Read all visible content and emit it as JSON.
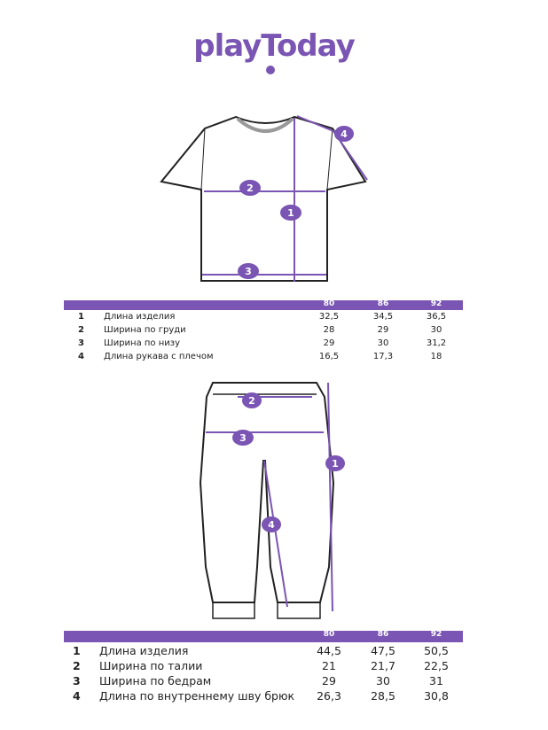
{
  "brand": {
    "logo_text": "playToday"
  },
  "colors": {
    "accent": "#7a55b3"
  },
  "shirt": {
    "markers": [
      "1",
      "2",
      "3",
      "4"
    ],
    "table": {
      "sizes": [
        "80",
        "86",
        "92"
      ],
      "rows": [
        {
          "num": "1",
          "label": "Длина изделия",
          "values": [
            "32,5",
            "34,5",
            "36,5"
          ]
        },
        {
          "num": "2",
          "label": "Ширина по груди",
          "values": [
            "28",
            "29",
            "30"
          ]
        },
        {
          "num": "3",
          "label": "Ширина по низу",
          "values": [
            "29",
            "30",
            "31,2"
          ]
        },
        {
          "num": "4",
          "label": "Длина рукава с плечом",
          "values": [
            "16,5",
            "17,3",
            "18"
          ]
        }
      ]
    }
  },
  "pants": {
    "markers": [
      "1",
      "2",
      "3",
      "4"
    ],
    "table": {
      "sizes": [
        "80",
        "86",
        "92"
      ],
      "rows": [
        {
          "num": "1",
          "label": "Длина изделия",
          "values": [
            "44,5",
            "47,5",
            "50,5"
          ]
        },
        {
          "num": "2",
          "label": "Ширина по талии",
          "values": [
            "21",
            "21,7",
            "22,5"
          ]
        },
        {
          "num": "3",
          "label": "Ширина по бедрам",
          "values": [
            "29",
            "30",
            "31"
          ]
        },
        {
          "num": "4",
          "label": "Длина по внутреннему шву брюк",
          "values": [
            "26,3",
            "28,5",
            "30,8"
          ]
        }
      ]
    }
  }
}
